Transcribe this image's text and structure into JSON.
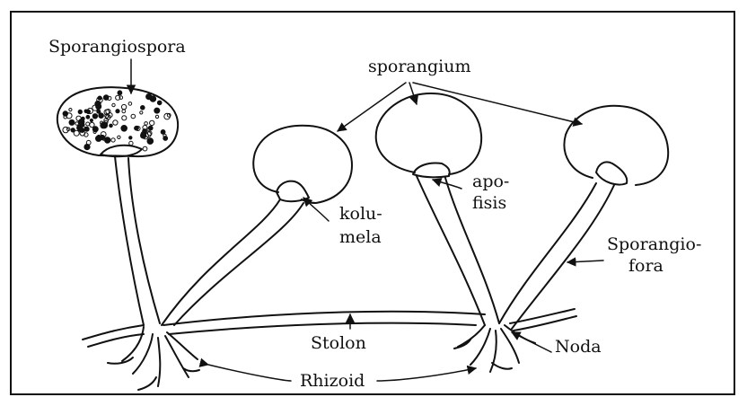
{
  "diagram": {
    "labels": {
      "sporangiospora": "Sporangiospora",
      "sporangium": "sporangium",
      "kolumela_1": "kolu-",
      "kolumela_2": "mela",
      "apofisis_1": "apo-",
      "apofisis_2": "fisis",
      "sporangiofora_1": "Sporangio-",
      "sporangiofora_2": "fora",
      "stolon": "Stolon",
      "noda": "Noda",
      "rhizoid": "Rhizoid"
    },
    "colors": {
      "ink": "#111111",
      "background": "#ffffff"
    }
  }
}
